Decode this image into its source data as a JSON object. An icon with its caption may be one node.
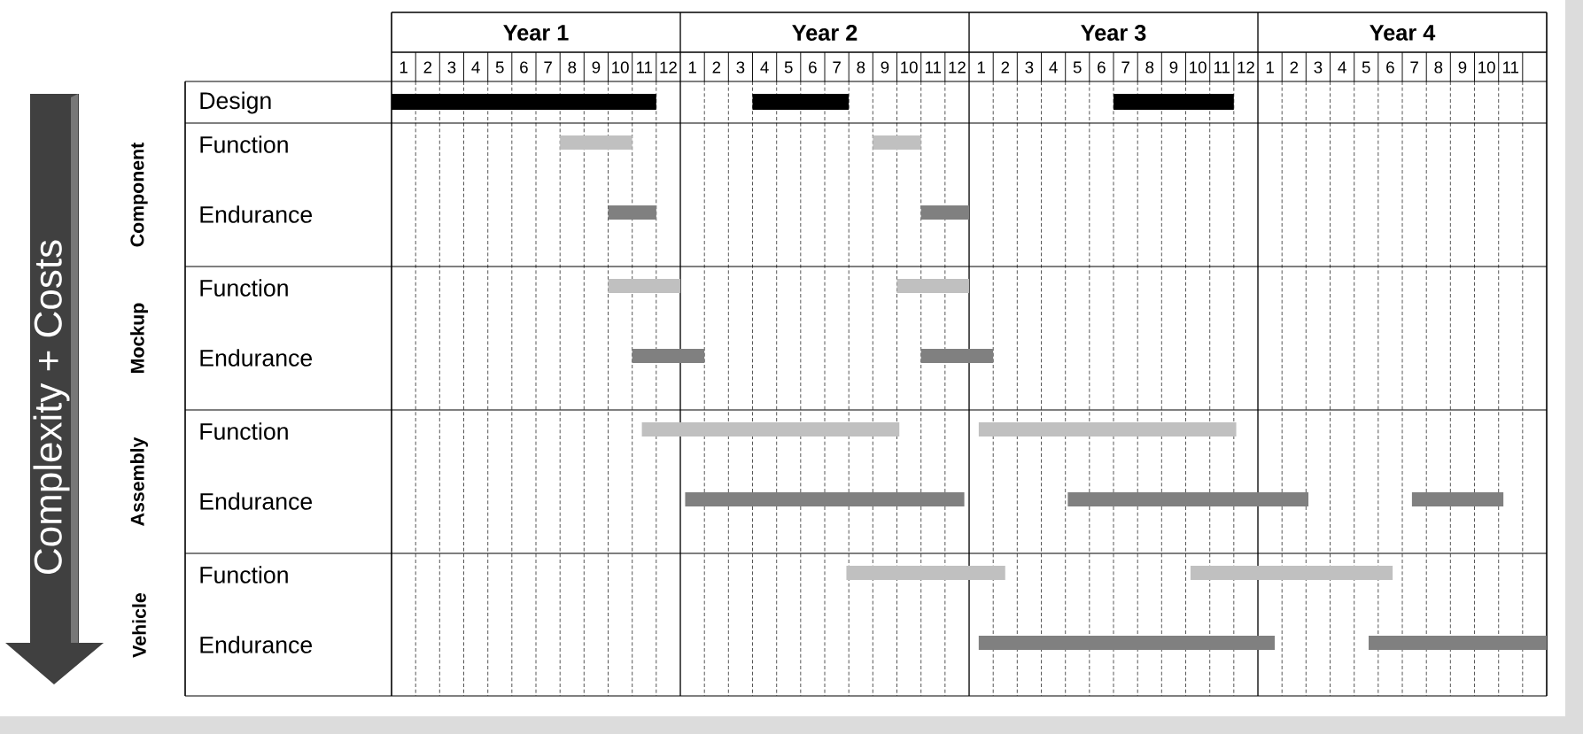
{
  "diagram": {
    "nodes": [
      {
        "text": [
          "Complexity + Costs"
        ]
      },
      {
        "text": [],
        "shape": "bar"
      },
      {
        "text": [],
        "shape": "bar"
      },
      {
        "text": [],
        "shape": "bar"
      },
      {
        "text": [],
        "shape": "bar"
      },
      {
        "text": [],
        "shape": "bar"
      },
      {
        "text": [],
        "shape": "bar"
      },
      {
        "text": [],
        "shape": "bar"
      },
      {
        "text": [],
        "shape": "bar"
      },
      {
        "text": [],
        "shape": "bar"
      },
      {
        "text": [],
        "shape": "bar"
      },
      {
        "text": [],
        "shape": "bar"
      },
      {
        "text": [],
        "shape": "bar"
      },
      {
        "text": [],
        "shape": "bar"
      },
      {
        "text": [],
        "shape": "bar"
      },
      {
        "text": [],
        "shape": "bar"
      },
      {
        "text": [],
        "shape": "bar"
      },
      {
        "text": [],
        "shape": "bar"
      },
      {
        "text": [],
        "shape": "bar"
      },
      {
        "text": [],
        "shape": "bar"
      },
      {
        "text": [],
        "shape": "bar"
      }
    ],
    "labels": [
      "Year 1",
      "Year 2",
      "Year 3",
      "Year 4",
      "1",
      "2",
      "3",
      "4",
      "5",
      "6",
      "7",
      "8",
      "9",
      "10",
      "11",
      "12",
      "1",
      "2",
      "3",
      "4",
      "5",
      "6",
      "7",
      "8",
      "9",
      "10",
      "11",
      "12",
      "1",
      "2",
      "3",
      "4",
      "5",
      "6",
      "7",
      "8",
      "9",
      "10",
      "11",
      "12",
      "1",
      "2",
      "3",
      "4",
      "5",
      "6",
      "7",
      "8",
      "9",
      "10",
      "11",
      "Design",
      "Component",
      "Function",
      "Endurance",
      "Mockup",
      "Function",
      "Endurance",
      "Assembly",
      "Function",
      "Endurance",
      "Vehicle",
      "Function",
      "Endurance"
    ]
  }
}
